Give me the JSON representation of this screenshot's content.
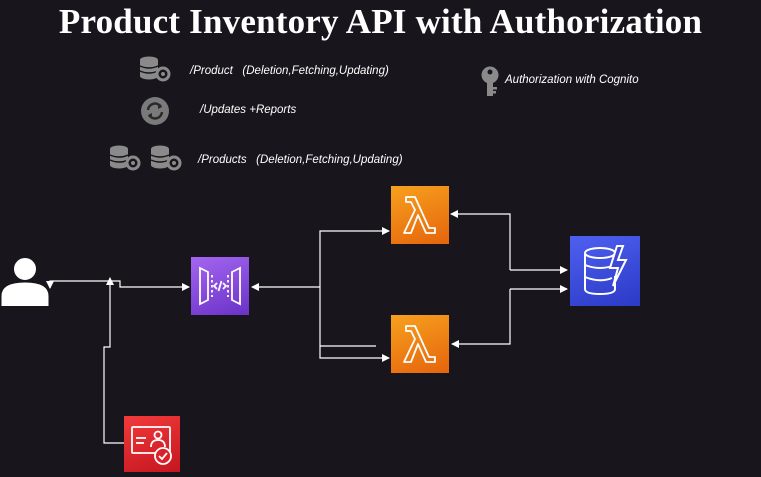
{
  "title": "Product Inventory API with Authorization",
  "legend": {
    "product": "/Product   (Deletion,Fetching,Updating)",
    "updates": "/Updates +Reports",
    "products": "/Products   (Deletion,Fetching,Updating)",
    "auth": "Authorization with Cognito"
  },
  "icons": {
    "db_settings": "database-gear-icon",
    "sync": "sync-icon",
    "key": "key-icon",
    "user": "user-icon",
    "api_gateway": "api-gateway-icon",
    "lambda": "lambda-icon",
    "dynamodb": "dynamodb-icon",
    "cognito": "cognito-icon"
  },
  "colors": {
    "background": "#18151c",
    "lambda": "#ed7b12",
    "api_gateway": "#8a4ee0",
    "dynamodb": "#3b48d8",
    "cognito": "#dc2228",
    "legend_icon": "#8a8a8a"
  }
}
